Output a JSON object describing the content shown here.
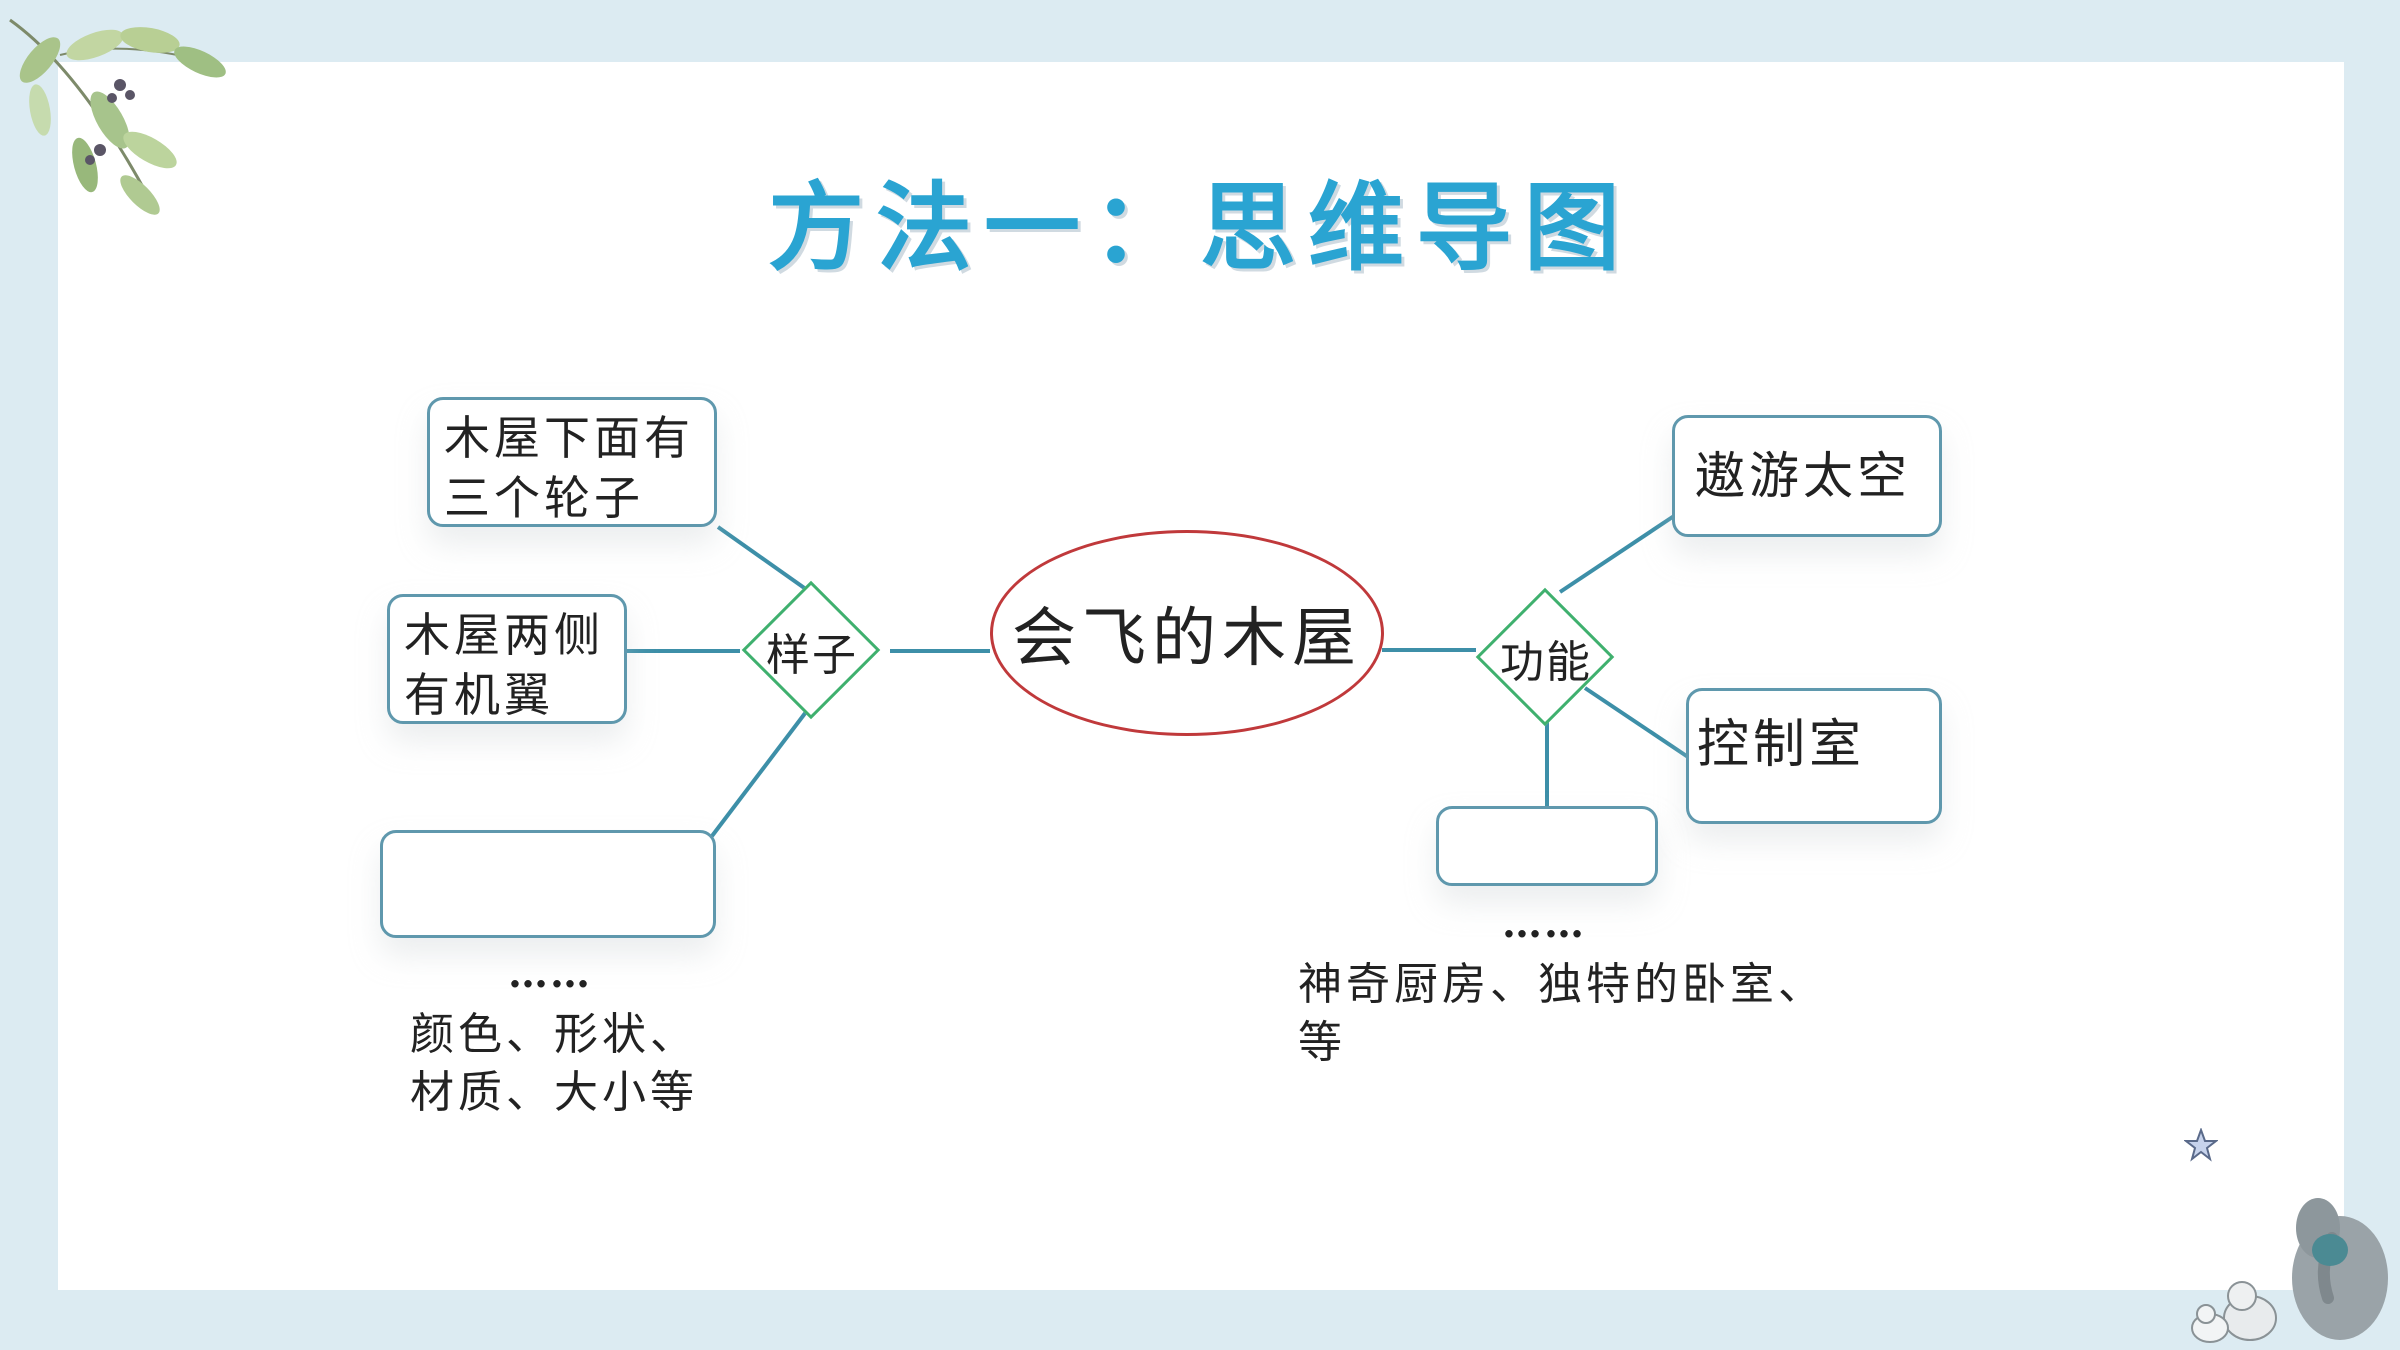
{
  "slide": {
    "title": "方法一：思维导图"
  },
  "mindmap": {
    "center": "会飞的木屋",
    "left_hub": "样子",
    "right_hub": "功能",
    "left_branches": [
      {
        "line1": "木屋下面有",
        "line2": "三个轮子"
      },
      {
        "line1": "木屋两侧",
        "line2": "有机翼"
      },
      {
        "line1": "",
        "line2": ""
      }
    ],
    "right_branches": [
      {
        "text": "遨游太空"
      },
      {
        "text": "控制室"
      },
      {
        "text": ""
      }
    ],
    "left_ellipsis": "……",
    "left_note_line1": "颜色、形状、",
    "left_note_line2": "材质、大小等",
    "right_ellipsis": "……",
    "right_note_line1": "神奇厨房、独特的卧室、",
    "right_note_line2": "等"
  },
  "colors": {
    "title": "#2aa4d2",
    "box_border": "#5f98ad",
    "connector": "#3d8fa8",
    "center_border": "#c0393b",
    "hub_border": "#3fb06e",
    "frame": "#dcebf2"
  },
  "decorations": {
    "top_left": "leaf-branch-icon",
    "bottom_right": "elephant-illustration-icon",
    "star": "star-icon"
  }
}
